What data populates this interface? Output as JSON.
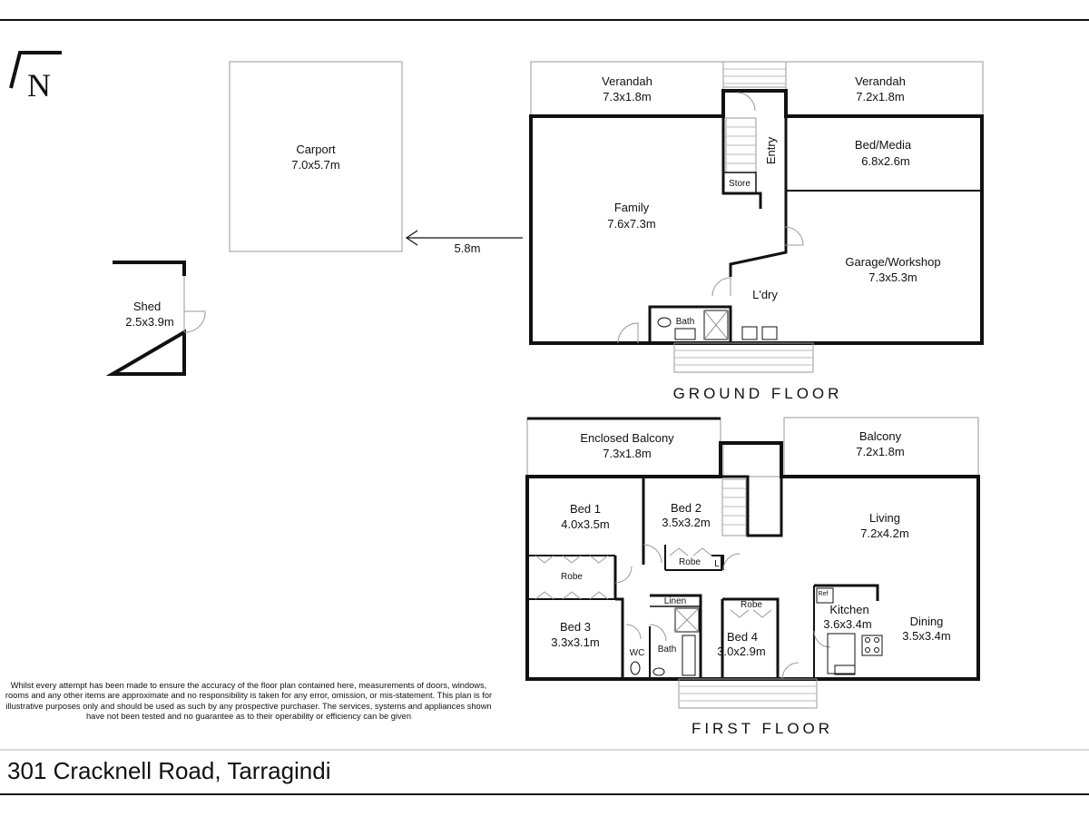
{
  "compass": {
    "letter": "N",
    "icon": "north-arrow-icon"
  },
  "ground_floor": {
    "title": "GROUND FLOOR",
    "rooms": {
      "verandah_left": {
        "name": "Verandah",
        "size": "7.3x1.8m"
      },
      "verandah_right": {
        "name": "Verandah",
        "size": "7.2x1.8m"
      },
      "entry": {
        "name": "Entry"
      },
      "store": {
        "name": "Store"
      },
      "bed_media": {
        "name": "Bed/Media",
        "size": "6.8x2.6m"
      },
      "family": {
        "name": "Family",
        "size": "7.6x7.3m"
      },
      "garage": {
        "name": "Garage/Workshop",
        "size": "7.3x5.3m"
      },
      "laundry": {
        "name": "L'dry"
      },
      "bath": {
        "name": "Bath"
      }
    }
  },
  "carport": {
    "name": "Carport",
    "size": "7.0x5.7m"
  },
  "distance": {
    "label": "5.8m"
  },
  "shed": {
    "name": "Shed",
    "size": "2.5x3.9m"
  },
  "first_floor": {
    "title": "FIRST FLOOR",
    "rooms": {
      "enclosed_balcony": {
        "name": "Enclosed Balcony",
        "size": "7.3x1.8m"
      },
      "balcony": {
        "name": "Balcony",
        "size": "7.2x1.8m"
      },
      "bed1": {
        "name": "Bed 1",
        "size": "4.0x3.5m"
      },
      "bed2": {
        "name": "Bed 2",
        "size": "3.5x3.2m"
      },
      "robe_bed2": {
        "name": "Robe"
      },
      "linen_small": {
        "name": "L"
      },
      "living": {
        "name": "Living",
        "size": "7.2x4.2m"
      },
      "robe_bed1": {
        "name": "Robe"
      },
      "bed3": {
        "name": "Bed 3",
        "size": "3.3x3.1m"
      },
      "linen": {
        "name": "Linen"
      },
      "robe_bed4": {
        "name": "Robe"
      },
      "bed4": {
        "name": "Bed 4",
        "size": "3.0x2.9m"
      },
      "wc": {
        "name": "WC"
      },
      "bath": {
        "name": "Bath"
      },
      "ref": {
        "name": "Ref"
      },
      "kitchen": {
        "name": "Kitchen",
        "size": "3.6x3.4m"
      },
      "dining": {
        "name": "Dining",
        "size": "3.5x3.4m"
      }
    }
  },
  "disclaimer": "Whilst every attempt has been made to ensure the accuracy of the floor plan contained here, measurements of doors, windows, rooms and any other items are approximate and no responsibility is taken for any error, omission, or mis-statement. This plan is for illustrative purposes only and should be used as such by any prospective purchaser. The services, systems and appliances shown have not been tested and no guarantee as to their operability or efficiency can be given",
  "address": "301 Cracknell Road, Tarragindi"
}
